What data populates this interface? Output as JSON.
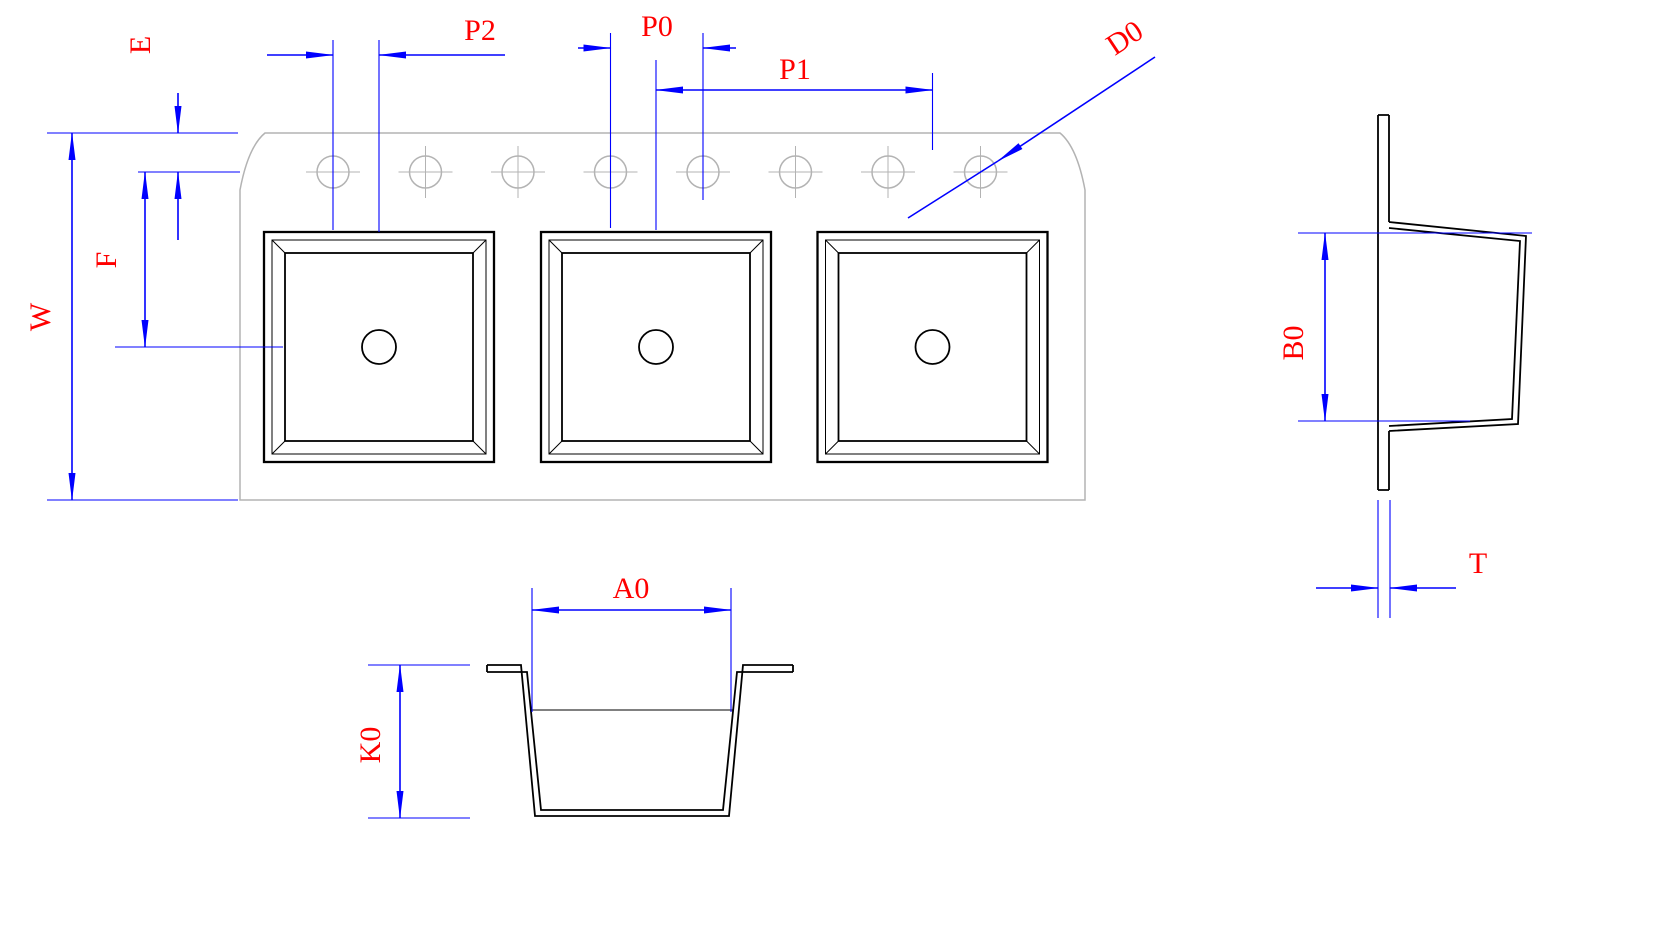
{
  "labels": {
    "W": "W",
    "E": "E",
    "F": "F",
    "P2": "P2",
    "P0": "P0",
    "P1": "P1",
    "D0": "D0",
    "A0": "A0",
    "K0": "K0",
    "B0": "B0",
    "T": "T"
  },
  "colors": {
    "dimension_line": "#0000ff",
    "label_text": "#ff0000",
    "tape_outline": "#b3b3b3",
    "part_outline": "#000000",
    "background": "#ffffff"
  }
}
